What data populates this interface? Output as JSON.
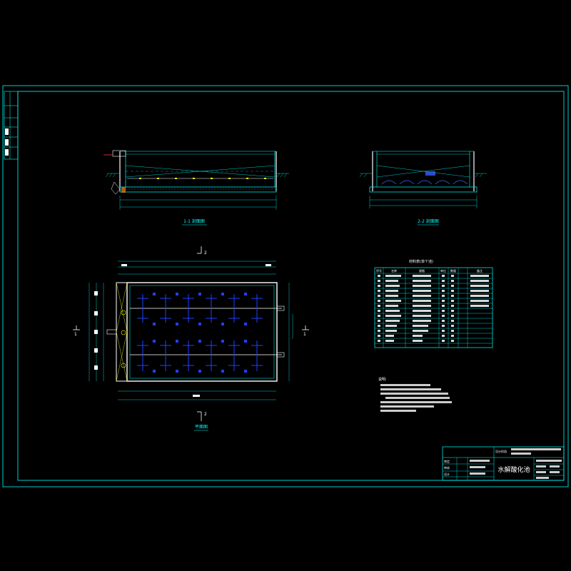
{
  "drawing": {
    "section_1_title": "1-1 剖面图",
    "section_2_title": "2-2 剖面图",
    "plan_title": "平面图",
    "section_mark_top": "2",
    "section_mark_bottom": "2",
    "section_mark_left": "1",
    "section_mark_right": "1"
  },
  "materials_table": {
    "title": "材料表(单个池)",
    "headers": [
      "序号",
      "名称",
      "规格",
      "单位",
      "数量",
      "备注"
    ],
    "row_count": 14
  },
  "notes": {
    "heading": "说明:"
  },
  "title_block": {
    "drawing_name": "水解酸化池",
    "rows_left": [
      "审定",
      "审核",
      "设计"
    ],
    "sheet_label": "设计阶段"
  }
}
